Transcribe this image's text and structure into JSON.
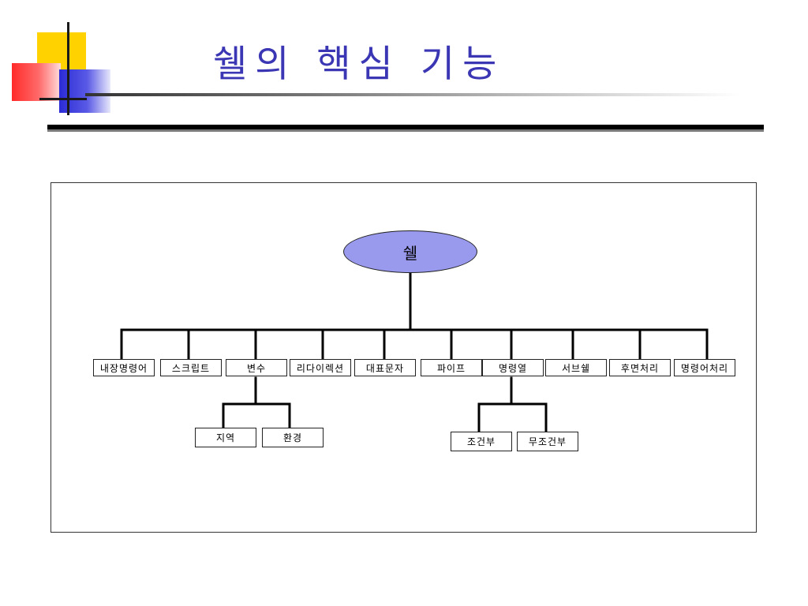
{
  "title": "쉘의 핵심 기능",
  "diagram": {
    "root": "쉘",
    "features": [
      "내장명령어",
      "스크립트",
      "변수",
      "리다이렉션",
      "대표문자",
      "파이프",
      "명령열",
      "서브쉘",
      "후면처리",
      "명령어처리"
    ],
    "variable_children": [
      "지역",
      "환경"
    ],
    "command_list_children": [
      "조건부",
      "무조건부"
    ]
  }
}
